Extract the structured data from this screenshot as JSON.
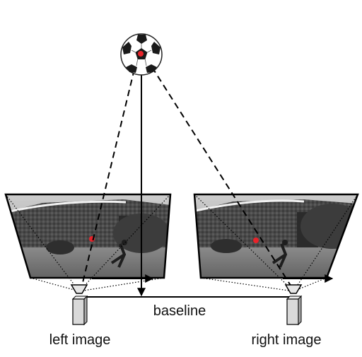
{
  "labels": {
    "baseline": "baseline",
    "left_image": "left image",
    "right_image": "right image"
  },
  "colors": {
    "line": "#000000",
    "ball_marker": "#e8232a",
    "camera_fill": "#d9d9d9",
    "photo_dark": "#3a3a3a",
    "photo_light": "#bdbdbd"
  },
  "icons": {
    "ball": "soccer-ball-icon",
    "left_camera": "camera-icon",
    "right_camera": "camera-icon"
  }
}
